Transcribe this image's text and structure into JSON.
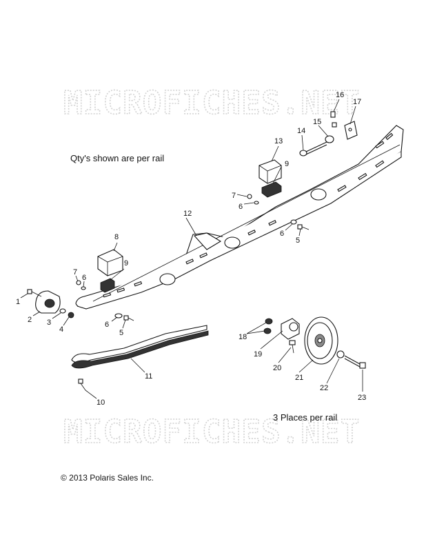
{
  "watermark": "MICROFICHES.NET",
  "notes": {
    "qty": "Qty's shown are per rail",
    "places": "3 Places per rail",
    "copyright": "© 2013 Polaris Sales Inc."
  },
  "callouts": [
    "1",
    "2",
    "3",
    "4",
    "5",
    "5",
    "6",
    "6",
    "6",
    "6",
    "7",
    "7",
    "8",
    "9",
    "9",
    "10",
    "11",
    "12",
    "13",
    "14",
    "15",
    "16",
    "17",
    "18",
    "19",
    "20",
    "21",
    "22",
    "23"
  ]
}
